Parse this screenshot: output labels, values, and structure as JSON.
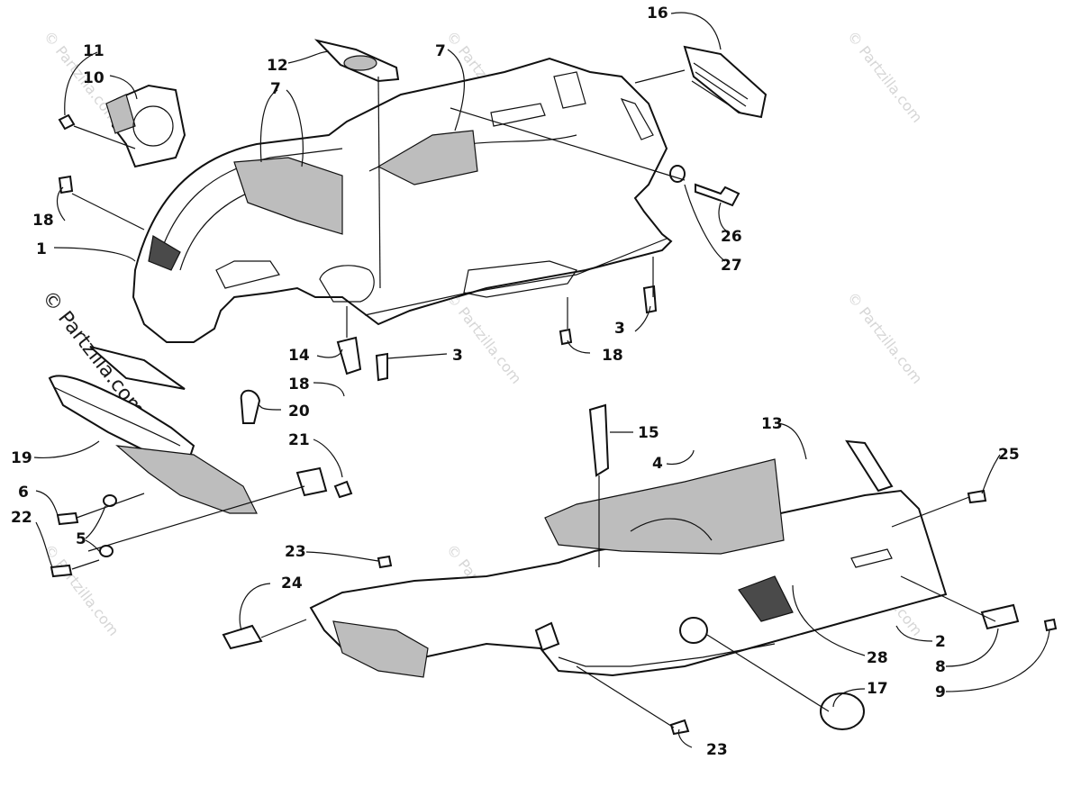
{
  "diagram": {
    "watermark_small": "© Partzilla.com",
    "watermark_large": "© Partzilla.com",
    "callouts": [
      {
        "id": "c11a",
        "label": "11"
      },
      {
        "id": "c10",
        "label": "10"
      },
      {
        "id": "c12",
        "label": "12"
      },
      {
        "id": "c7a",
        "label": "7"
      },
      {
        "id": "c7b",
        "label": "7"
      },
      {
        "id": "c16",
        "label": "16"
      },
      {
        "id": "c18a",
        "label": "18"
      },
      {
        "id": "c1",
        "label": "1"
      },
      {
        "id": "c26",
        "label": "26"
      },
      {
        "id": "c27",
        "label": "27"
      },
      {
        "id": "c3a",
        "label": "3"
      },
      {
        "id": "c18b",
        "label": "18"
      },
      {
        "id": "c14",
        "label": "14"
      },
      {
        "id": "c3b",
        "label": "3"
      },
      {
        "id": "c18c",
        "label": "18"
      },
      {
        "id": "c20",
        "label": "20"
      },
      {
        "id": "c21",
        "label": "21"
      },
      {
        "id": "c19",
        "label": "19"
      },
      {
        "id": "c6",
        "label": "6"
      },
      {
        "id": "c22",
        "label": "22"
      },
      {
        "id": "c5",
        "label": "5"
      },
      {
        "id": "c15",
        "label": "15"
      },
      {
        "id": "c13",
        "label": "13"
      },
      {
        "id": "c4",
        "label": "4"
      },
      {
        "id": "c25",
        "label": "25"
      },
      {
        "id": "c23a",
        "label": "23"
      },
      {
        "id": "c24",
        "label": "24"
      },
      {
        "id": "c2",
        "label": "2"
      },
      {
        "id": "c28",
        "label": "28"
      },
      {
        "id": "c8",
        "label": "8"
      },
      {
        "id": "c17",
        "label": "17"
      },
      {
        "id": "c9",
        "label": "9"
      },
      {
        "id": "c23b",
        "label": "23"
      }
    ]
  }
}
